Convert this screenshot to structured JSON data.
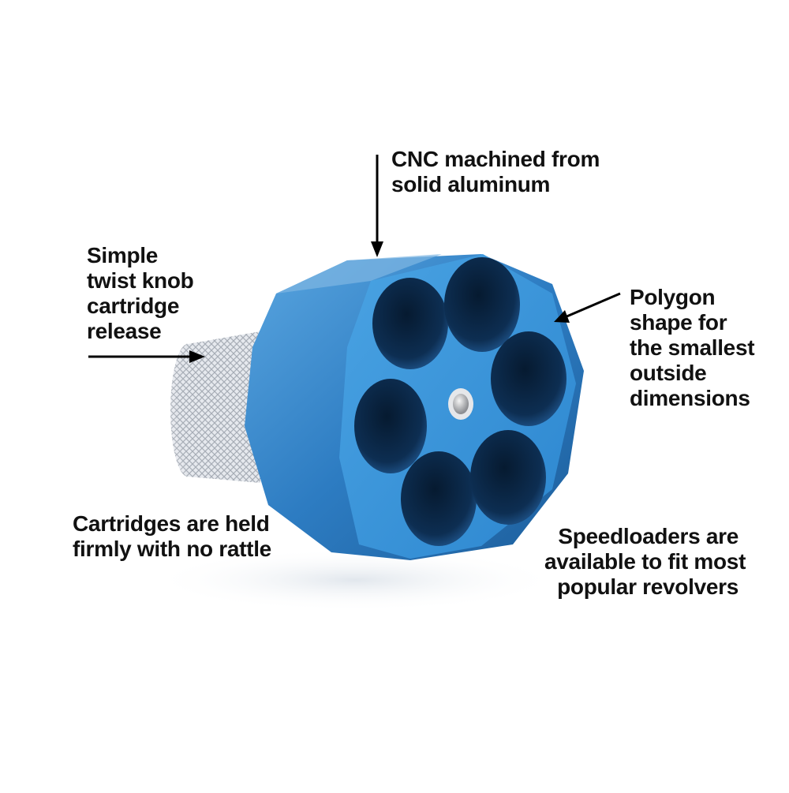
{
  "colors": {
    "background": "#ffffff",
    "text": "#111111",
    "arrow": "#000000",
    "loader_body": "#2f7fc4",
    "loader_face": "#3b93d6",
    "bore": "#0b2a4a",
    "knob": "#d9dde2"
  },
  "product": {
    "bore_count": 6
  },
  "annotations": {
    "cnc": {
      "lines": [
        "CNC machined from",
        "solid aluminum"
      ]
    },
    "knob": {
      "lines": [
        "Simple",
        "twist knob",
        "cartridge",
        "release"
      ]
    },
    "polygon": {
      "lines": [
        "Polygon",
        "shape for",
        "the smallest",
        "outside",
        "dimensions"
      ]
    },
    "cartridges": {
      "lines": [
        "Cartridges are held",
        "firmly with no rattle"
      ]
    },
    "speedloaders": {
      "lines": [
        "Speedloaders are",
        "available to fit most",
        "popular revolvers"
      ]
    }
  }
}
